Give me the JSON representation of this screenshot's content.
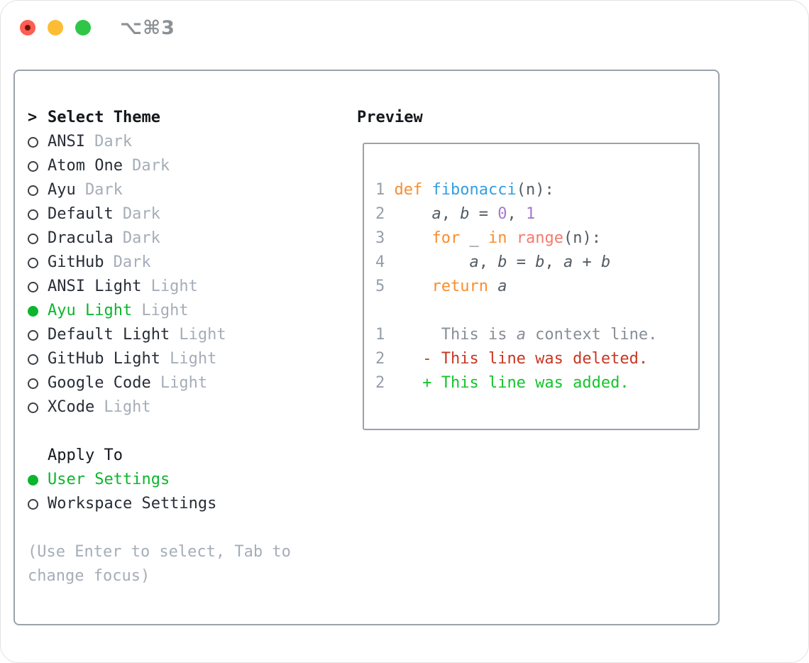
{
  "window": {
    "title": "⌥⌘3"
  },
  "colors": {
    "selected_green": "#0cb52e",
    "diff_added_green": "#14c42c",
    "diff_deleted_red": "#c83723",
    "keyword_orange": "#f98d2e",
    "function_blue": "#339ee3",
    "number_purple": "#a37acc",
    "builtin_pink": "#f57a6e",
    "code_foreground": "#535b63",
    "muted_gray": "#a5adb8",
    "panel_border": "#9aa2ac",
    "traffic_red": "#ff5d52",
    "traffic_yellow": "#fcbd35",
    "traffic_green": "#2fc648"
  },
  "theme_list": {
    "header_prefix": ">",
    "header": "Select Theme",
    "items": [
      {
        "name": "ANSI",
        "variant": "Dark",
        "selected": false
      },
      {
        "name": "Atom One",
        "variant": "Dark",
        "selected": false
      },
      {
        "name": "Ayu",
        "variant": "Dark",
        "selected": false
      },
      {
        "name": "Default",
        "variant": "Dark",
        "selected": false
      },
      {
        "name": "Dracula",
        "variant": "Dark",
        "selected": false
      },
      {
        "name": "GitHub",
        "variant": "Dark",
        "selected": false
      },
      {
        "name": "ANSI Light",
        "variant": "Light",
        "selected": false
      },
      {
        "name": "Ayu Light",
        "variant": "Light",
        "selected": true
      },
      {
        "name": "Default Light",
        "variant": "Light",
        "selected": false
      },
      {
        "name": "GitHub Light",
        "variant": "Light",
        "selected": false
      },
      {
        "name": "Google Code",
        "variant": "Light",
        "selected": false
      },
      {
        "name": "XCode",
        "variant": "Light",
        "selected": false
      }
    ]
  },
  "apply_to": {
    "header": "Apply To",
    "options": [
      {
        "label": "User Settings",
        "selected": true
      },
      {
        "label": "Workspace Settings",
        "selected": false
      }
    ]
  },
  "hint": {
    "line1": "(Use Enter to select, Tab to",
    "line2": "change focus)"
  },
  "preview": {
    "header": "Preview",
    "lines": [
      {
        "number": "1",
        "tokens": [
          {
            "t": " ",
            "c": "pl"
          },
          {
            "t": "def",
            "c": "kw"
          },
          {
            "t": " ",
            "c": "pl"
          },
          {
            "t": "fibonacci",
            "c": "fn"
          },
          {
            "t": "(n):",
            "c": "pl"
          }
        ]
      },
      {
        "number": "2",
        "tokens": [
          {
            "t": "     ",
            "c": "pl"
          },
          {
            "t": "a",
            "c": "var"
          },
          {
            "t": ", ",
            "c": "pl"
          },
          {
            "t": "b",
            "c": "var"
          },
          {
            "t": " = ",
            "c": "pl"
          },
          {
            "t": "0",
            "c": "num"
          },
          {
            "t": ", ",
            "c": "pl"
          },
          {
            "t": "1",
            "c": "num"
          }
        ]
      },
      {
        "number": "3",
        "tokens": [
          {
            "t": "     ",
            "c": "pl"
          },
          {
            "t": "for",
            "c": "kw"
          },
          {
            "t": " _ ",
            "c": "pl"
          },
          {
            "t": "in",
            "c": "kw"
          },
          {
            "t": " ",
            "c": "pl"
          },
          {
            "t": "range",
            "c": "rng"
          },
          {
            "t": "(n):",
            "c": "pl"
          }
        ]
      },
      {
        "number": "4",
        "tokens": [
          {
            "t": "         ",
            "c": "pl"
          },
          {
            "t": "a",
            "c": "var"
          },
          {
            "t": ", ",
            "c": "pl"
          },
          {
            "t": "b",
            "c": "var"
          },
          {
            "t": " = ",
            "c": "pl"
          },
          {
            "t": "b",
            "c": "var"
          },
          {
            "t": ", ",
            "c": "pl"
          },
          {
            "t": "a",
            "c": "var"
          },
          {
            "t": " + ",
            "c": "pl"
          },
          {
            "t": "b",
            "c": "var"
          }
        ]
      },
      {
        "number": "5",
        "tokens": [
          {
            "t": "     ",
            "c": "pl"
          },
          {
            "t": "return",
            "c": "kw"
          },
          {
            "t": " ",
            "c": "pl"
          },
          {
            "t": "a",
            "c": "var"
          }
        ]
      },
      {
        "number": "",
        "tokens": []
      },
      {
        "number": "1",
        "tokens": [
          {
            "t": "      This is ",
            "c": "ctx"
          },
          {
            "t": "a",
            "c": "ctxv"
          },
          {
            "t": " context line.",
            "c": "ctx"
          }
        ]
      },
      {
        "number": "2",
        "tokens": [
          {
            "t": "    ",
            "c": "pl"
          },
          {
            "t": "- This line was deleted.",
            "c": "del"
          }
        ]
      },
      {
        "number": "2",
        "tokens": [
          {
            "t": "    ",
            "c": "pl"
          },
          {
            "t": "+ This line was added.",
            "c": "add"
          }
        ]
      }
    ]
  }
}
